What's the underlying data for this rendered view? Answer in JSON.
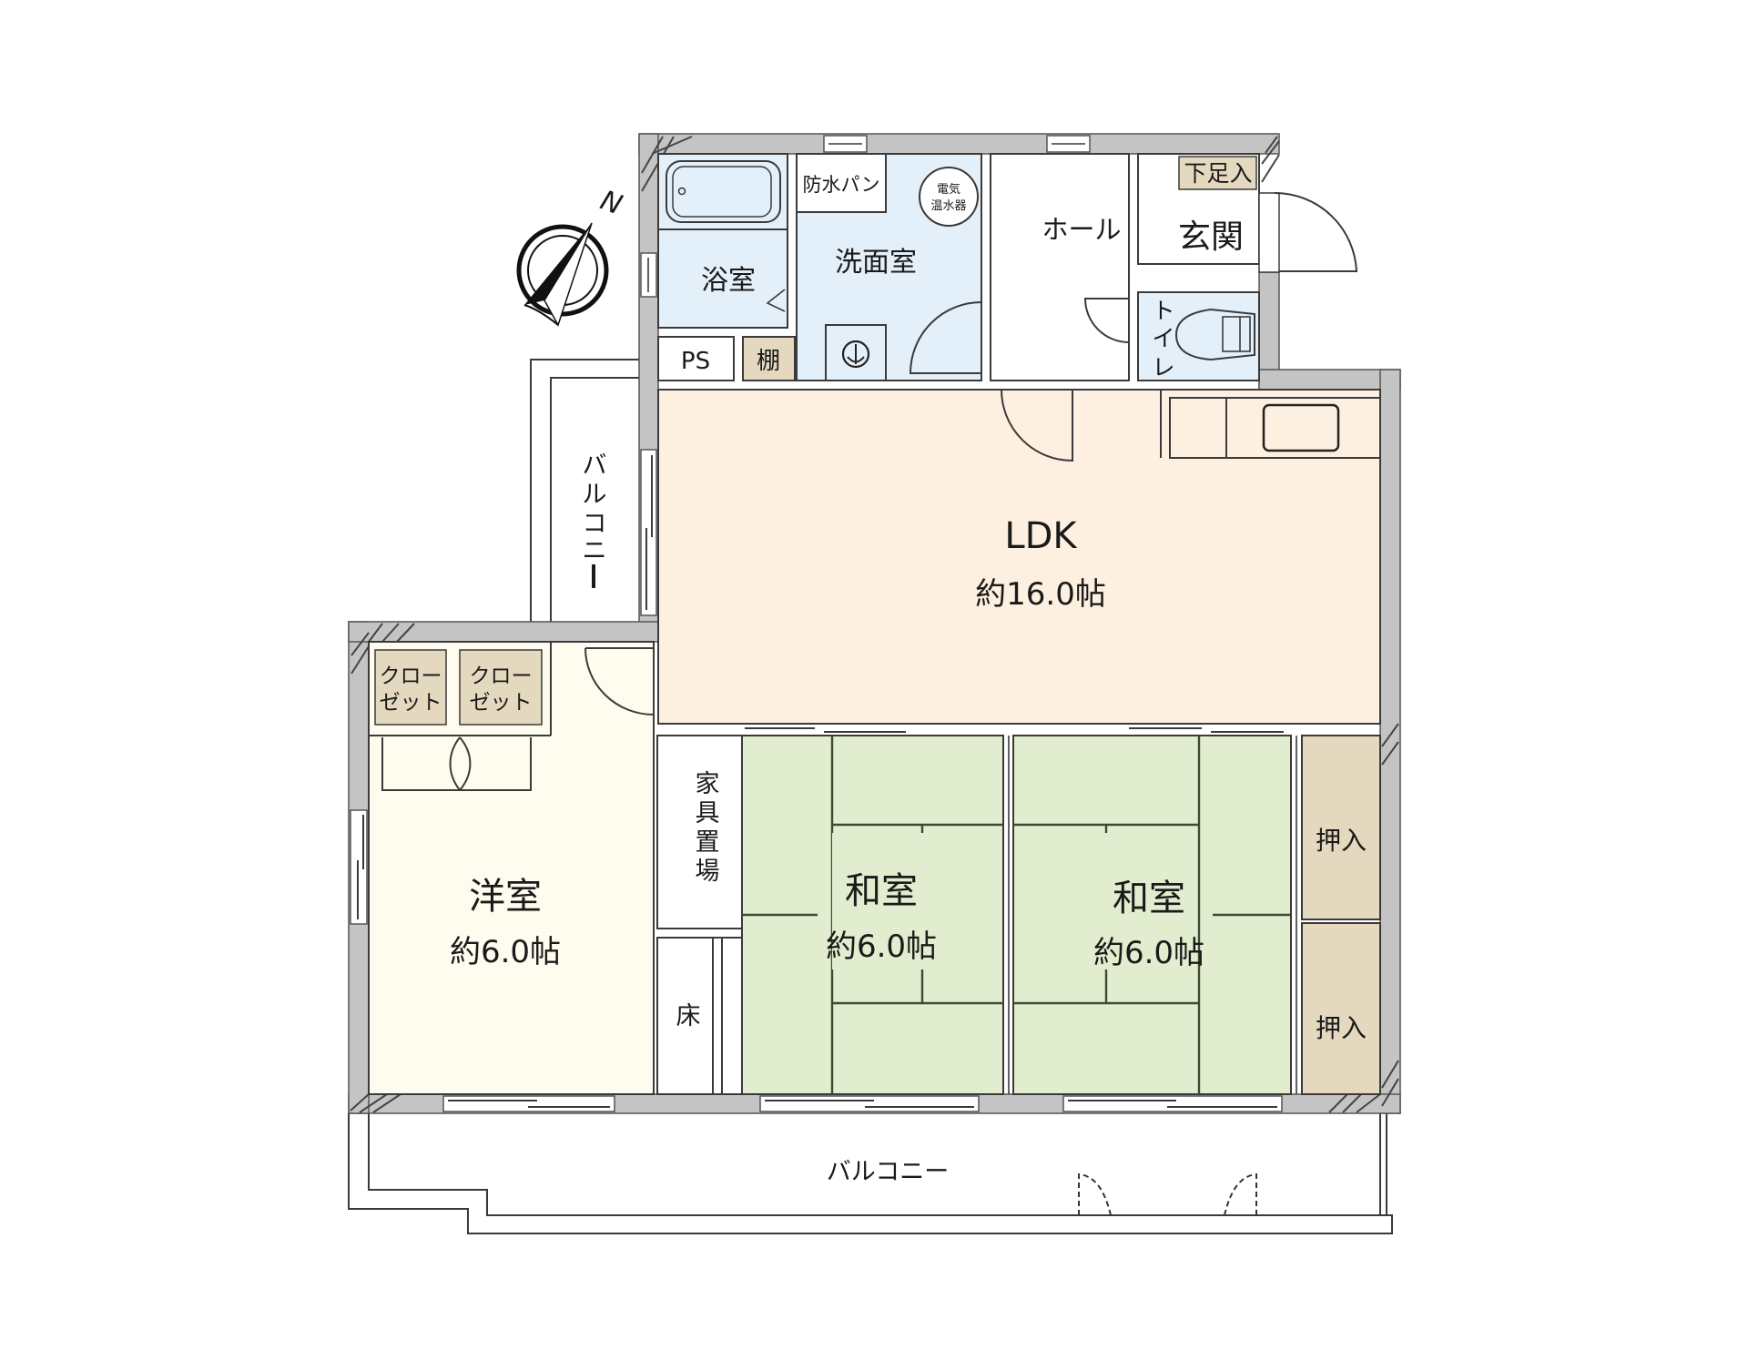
{
  "colors": {
    "wall": "#c4c4c4",
    "wet_area": "#e4f0f9",
    "ldk": "#fdf0e0",
    "western_room": "#fefcee",
    "tatami": "#e1edce",
    "storage": "#e4d9bf",
    "white": "#ffffff"
  },
  "compass": {
    "north_label": "N"
  },
  "rooms": {
    "bathroom": {
      "name": "浴室"
    },
    "washroom": {
      "name": "洗面室"
    },
    "waterproof_pan": {
      "name": "防水パン"
    },
    "water_heater": {
      "line1": "電気",
      "line2": "温水器"
    },
    "ps": {
      "name": "PS"
    },
    "shelf": {
      "name": "棚"
    },
    "hall": {
      "name": "ホール"
    },
    "entrance": {
      "name": "玄関"
    },
    "shoe_closet": {
      "name": "下足入"
    },
    "toilet": {
      "chars": [
        "ト",
        "イ",
        "レ"
      ]
    },
    "ldk": {
      "name": "LDK",
      "size": "約16.0帖"
    },
    "western": {
      "name": "洋室",
      "size": "約6.0帖"
    },
    "closet1": {
      "line1": "クロー",
      "line2": "ゼット"
    },
    "closet2": {
      "line1": "クロー",
      "line2": "ゼット"
    },
    "furniture_space": {
      "chars": [
        "家",
        "具",
        "置",
        "場"
      ]
    },
    "tokonoma": {
      "name": "床"
    },
    "japanese1": {
      "name": "和室",
      "size": "約6.0帖"
    },
    "japanese2": {
      "name": "和室",
      "size": "約6.0帖"
    },
    "oshiire1": {
      "name": "押入"
    },
    "oshiire2": {
      "name": "押入"
    },
    "balcony_side": {
      "chars": [
        "バ",
        "ル",
        "コ",
        "ニ",
        "ー"
      ]
    },
    "balcony_main": {
      "name": "バルコニー"
    }
  }
}
